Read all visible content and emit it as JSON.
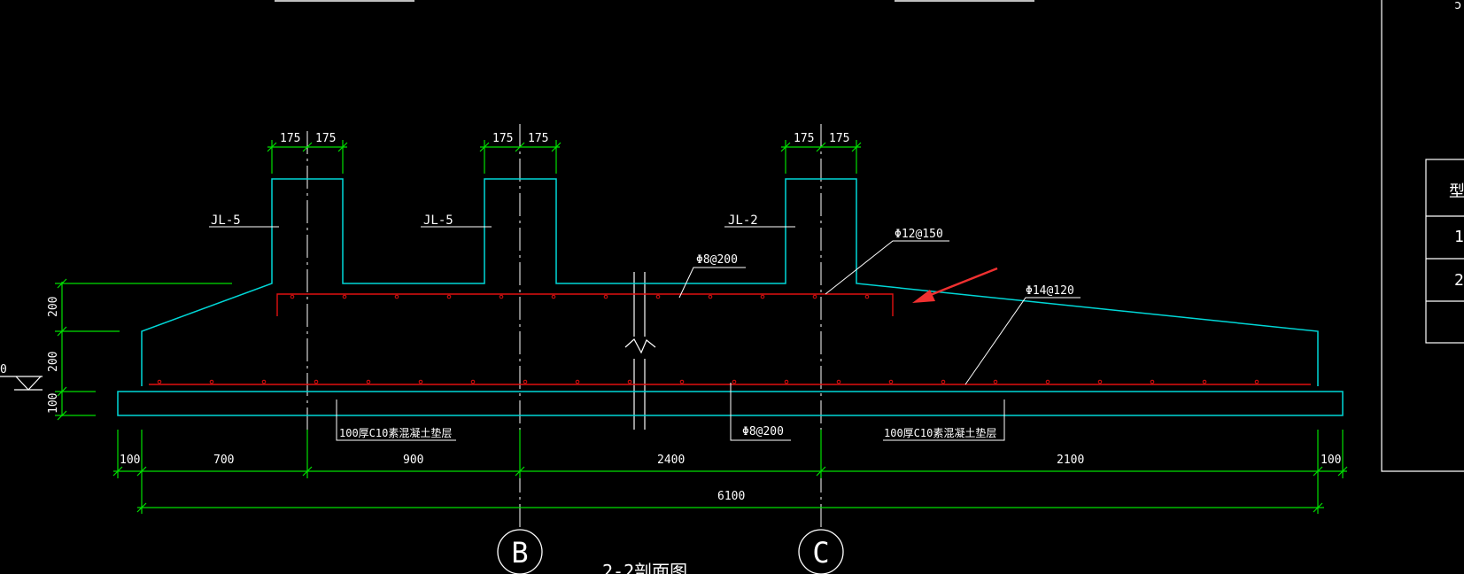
{
  "colors": {
    "background": "#000000",
    "concrete": "#00D7D7",
    "dimension": "#00E000",
    "rebar": "#E01010",
    "text": "#FFFFFF",
    "arrow": "#F03030",
    "center_line": "#FFFFFF"
  },
  "labels": {
    "beam_left": "JL-5",
    "beam_mid": "JL-5",
    "beam_right": "JL-2",
    "rebar_top_mid": "Φ8@200",
    "rebar_top_right": "Φ12@150",
    "rebar_bottom_right": "Φ14@120",
    "rebar_bottom_mid": "Φ8@200",
    "cushion_left": "100厚C10素混凝土垫层",
    "cushion_right": "100厚C10素混凝土垫层",
    "section_title_partial": "2-2剖面图"
  },
  "axes": {
    "b": "B",
    "c": "C"
  },
  "dims": {
    "beam_halves": [
      "175",
      "175",
      "175",
      "175",
      "175",
      "175"
    ],
    "vertical": [
      "200",
      "200",
      "100"
    ],
    "level_partial": "0",
    "bottom": [
      "100",
      "700",
      "900",
      "2400",
      "2100",
      "100"
    ],
    "overall": "6100"
  },
  "table_partial": {
    "header": "型",
    "rows": [
      "1",
      "2",
      ""
    ]
  }
}
